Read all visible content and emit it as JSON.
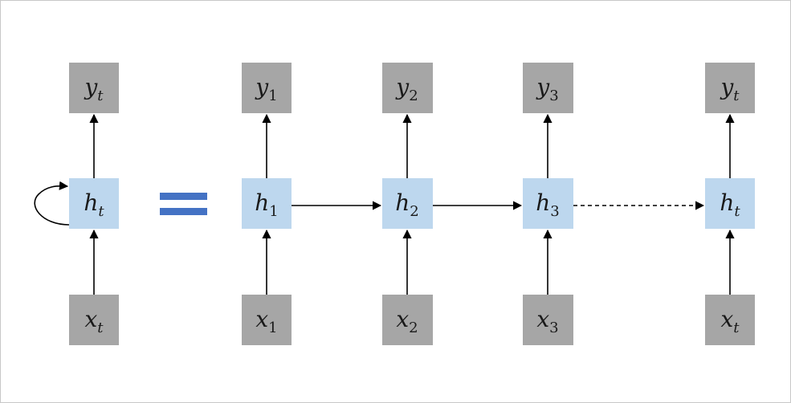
{
  "colors": {
    "io_box": "#a6a6a6",
    "hidden_box": "#bdd7ee",
    "equals": "#4472c4",
    "arrow": "#000000"
  },
  "folded": {
    "output": {
      "base": "y",
      "sub": "t"
    },
    "hidden": {
      "base": "h",
      "sub": "t"
    },
    "input": {
      "base": "x",
      "sub": "t"
    },
    "loop_icon": "recurrent-loop-arrow"
  },
  "equals_icon": "equals-sign",
  "unfolded": [
    {
      "output": {
        "base": "y",
        "sub": "1"
      },
      "hidden": {
        "base": "h",
        "sub": "1"
      },
      "input": {
        "base": "x",
        "sub": "1"
      }
    },
    {
      "output": {
        "base": "y",
        "sub": "2"
      },
      "hidden": {
        "base": "h",
        "sub": "2"
      },
      "input": {
        "base": "x",
        "sub": "2"
      }
    },
    {
      "output": {
        "base": "y",
        "sub": "3"
      },
      "hidden": {
        "base": "h",
        "sub": "3"
      },
      "input": {
        "base": "x",
        "sub": "3"
      }
    },
    {
      "output": {
        "base": "y",
        "sub": "t"
      },
      "hidden": {
        "base": "h",
        "sub": "t"
      },
      "input": {
        "base": "x",
        "sub": "t"
      }
    }
  ]
}
